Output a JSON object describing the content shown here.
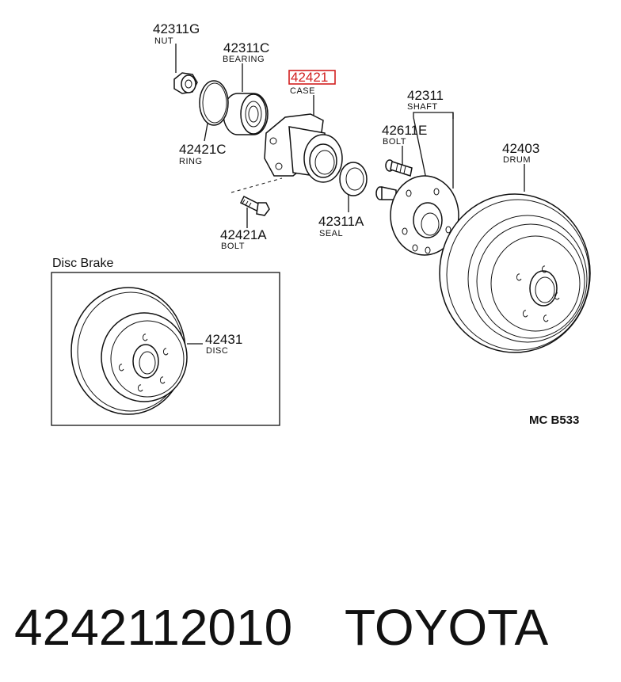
{
  "parts": {
    "nut": {
      "number": "42311G",
      "name": "NUT"
    },
    "bearing": {
      "number": "42311C",
      "name": "BEARING"
    },
    "case": {
      "number": "42421",
      "name": "CASE",
      "highlight_color": "#d22020"
    },
    "ring": {
      "number": "42421C",
      "name": "RING"
    },
    "shaft": {
      "number": "42311",
      "name": "SHAFT"
    },
    "hub_bolt": {
      "number": "42611E",
      "name": "BOLT"
    },
    "drum": {
      "number": "42403",
      "name": "DRUM"
    },
    "bolt": {
      "number": "42421A",
      "name": "BOLT"
    },
    "seal": {
      "number": "42311A",
      "name": "SEAL"
    },
    "disc": {
      "number": "42431",
      "name": "DISC"
    }
  },
  "inset": {
    "title": "Disc Brake"
  },
  "diagram_code": "MC B533",
  "footer": {
    "part_number": "4242112010",
    "brand": "TOYOTA"
  }
}
